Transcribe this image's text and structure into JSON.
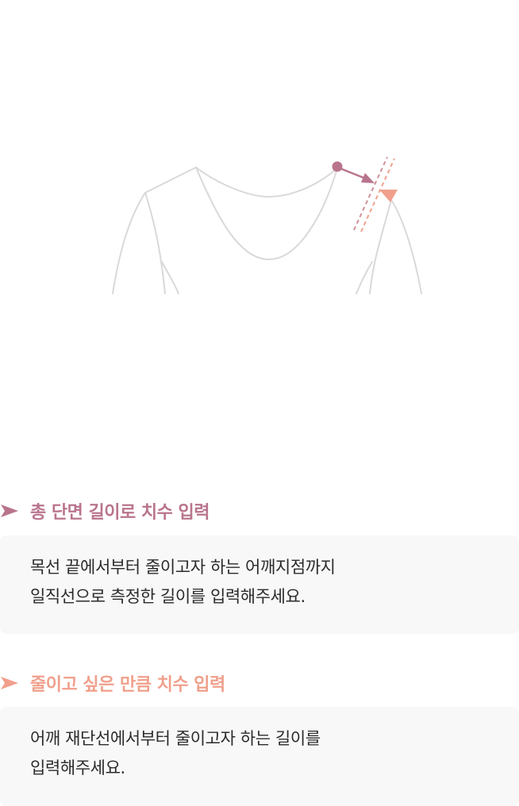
{
  "illustration": {
    "garment": "shirt-neckline-outline",
    "icons": [
      "measure-point-icon",
      "total-length-arrow-icon",
      "reduce-arrow-icon"
    ],
    "colors": {
      "outline": "#d9d9d9",
      "total_measure": "#b9748d",
      "reduce_measure": "#f0a08c"
    }
  },
  "sections": [
    {
      "title": "총 단면 길이로 치수 입력",
      "color": "#b9748d",
      "lines": [
        "목선 끝에서부터 줄이고자 하는 어깨지점까지",
        "일직선으로 측정한 길이를 입력해주세요."
      ]
    },
    {
      "title": "줄이고 싶은 만큼 치수 입력",
      "color": "#f0a08c",
      "lines": [
        "어깨 재단선에서부터 줄이고자 하는 길이를",
        "입력해주세요."
      ]
    }
  ]
}
